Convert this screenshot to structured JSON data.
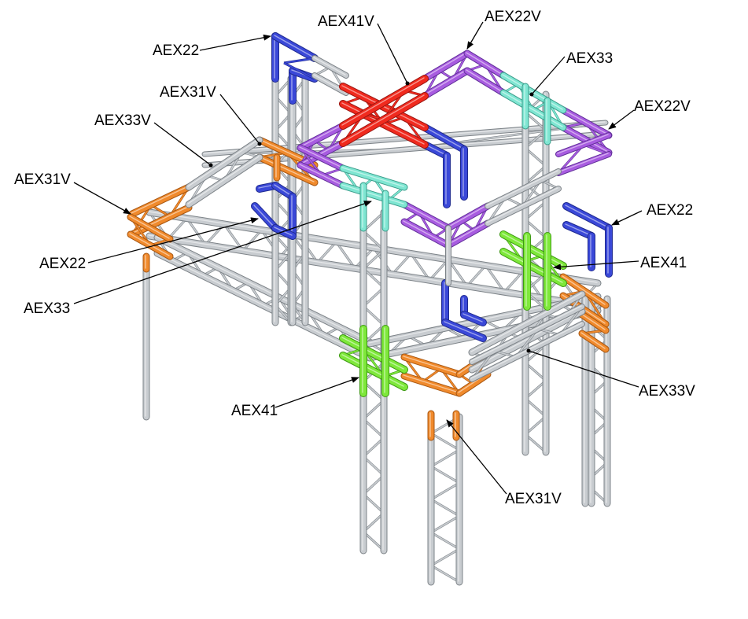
{
  "colors": {
    "grey": "#c8ccd0",
    "grey_dark": "#7d8388",
    "orange": "#f08a2c",
    "orange_dark": "#a85610",
    "blue": "#3a48d8",
    "blue_dark": "#1f2a90",
    "red": "#f02a1e",
    "red_dark": "#9a1510",
    "purple": "#a85ce0",
    "purple_dark": "#62309a",
    "cyan": "#7fe6d2",
    "cyan_dark": "#3a9c8a",
    "green": "#7ee83a",
    "green_dark": "#3f9a14"
  },
  "labels": [
    {
      "id": "aex41v-top",
      "text": "AEX41V"
    },
    {
      "id": "aex22v-top",
      "text": "AEX22V"
    },
    {
      "id": "aex22-top",
      "text": "AEX22"
    },
    {
      "id": "aex33-top",
      "text": "AEX33"
    },
    {
      "id": "aex31v-top",
      "text": "AEX31V"
    },
    {
      "id": "aex22v-right",
      "text": "AEX22V"
    },
    {
      "id": "aex33v-left",
      "text": "AEX33V"
    },
    {
      "id": "aex31v-left",
      "text": "AEX31V"
    },
    {
      "id": "aex22-right",
      "text": "AEX22"
    },
    {
      "id": "aex22-left",
      "text": "AEX22"
    },
    {
      "id": "aex41-right",
      "text": "AEX41"
    },
    {
      "id": "aex33-left",
      "text": "AEX33"
    },
    {
      "id": "aex33v-right",
      "text": "AEX33V"
    },
    {
      "id": "aex41-bottom",
      "text": "AEX41"
    },
    {
      "id": "aex31v-bottom",
      "text": "AEX31V"
    }
  ]
}
